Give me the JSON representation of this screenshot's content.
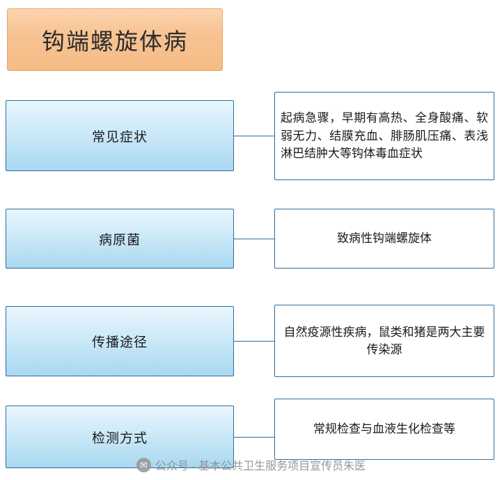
{
  "title": {
    "text": "钩端螺旋体病"
  },
  "rows": [
    {
      "label": "常见症状",
      "detail": "起病急骤，早期有高热、全身酸痛、软弱无力、结膜充血、腓肠肌压痛、表浅淋巴结肿大等钩体毒血症状"
    },
    {
      "label": "病原菌",
      "detail": "致病性钩端螺旋体"
    },
    {
      "label": "传播途径",
      "detail": "自然疫源性疾病，鼠类和猪是两大主要传染源"
    },
    {
      "label": "检测方式",
      "detail": "常规检查与血液生化检查等"
    }
  ],
  "watermark": {
    "icon": "wechat-icon",
    "text": "公众号 · 基本公共卫生服务项目宣传员朱医"
  },
  "colors": {
    "title_fill": "#f7c291",
    "title_border": "#e8a66a",
    "box_border": "#2e6a9e",
    "left_fill_top": "#e9f6fd",
    "left_fill_bottom": "#a8d8f0",
    "right_fill": "#ffffff",
    "watermark_text": "#8c8c8c"
  }
}
